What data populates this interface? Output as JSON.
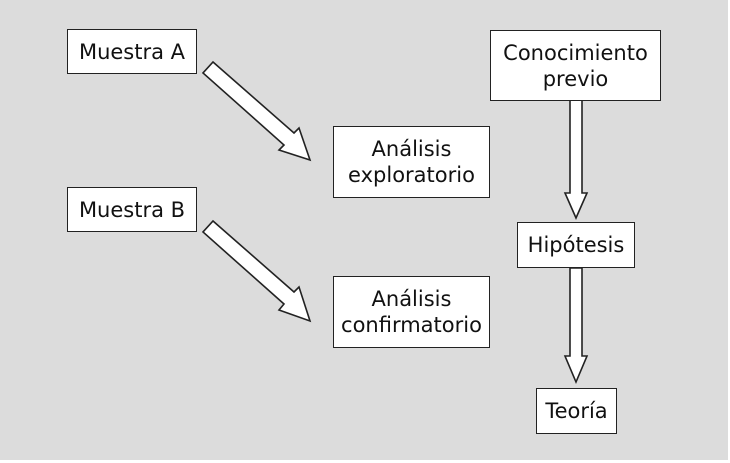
{
  "diagram": {
    "nodes": {
      "muestra_a": "Muestra A",
      "muestra_b": "Muestra B",
      "analisis_exploratorio": "Análisis\nexploratorio",
      "analisis_confirmatorio": "Análisis\nconfirmatorio",
      "conocimiento_previo": "Conocimiento\nprevio",
      "hipotesis": "Hipótesis",
      "teoria": "Teoría"
    },
    "colors": {
      "background": "#dcdcdc",
      "box_fill": "#ffffff",
      "stroke": "#222222"
    }
  }
}
